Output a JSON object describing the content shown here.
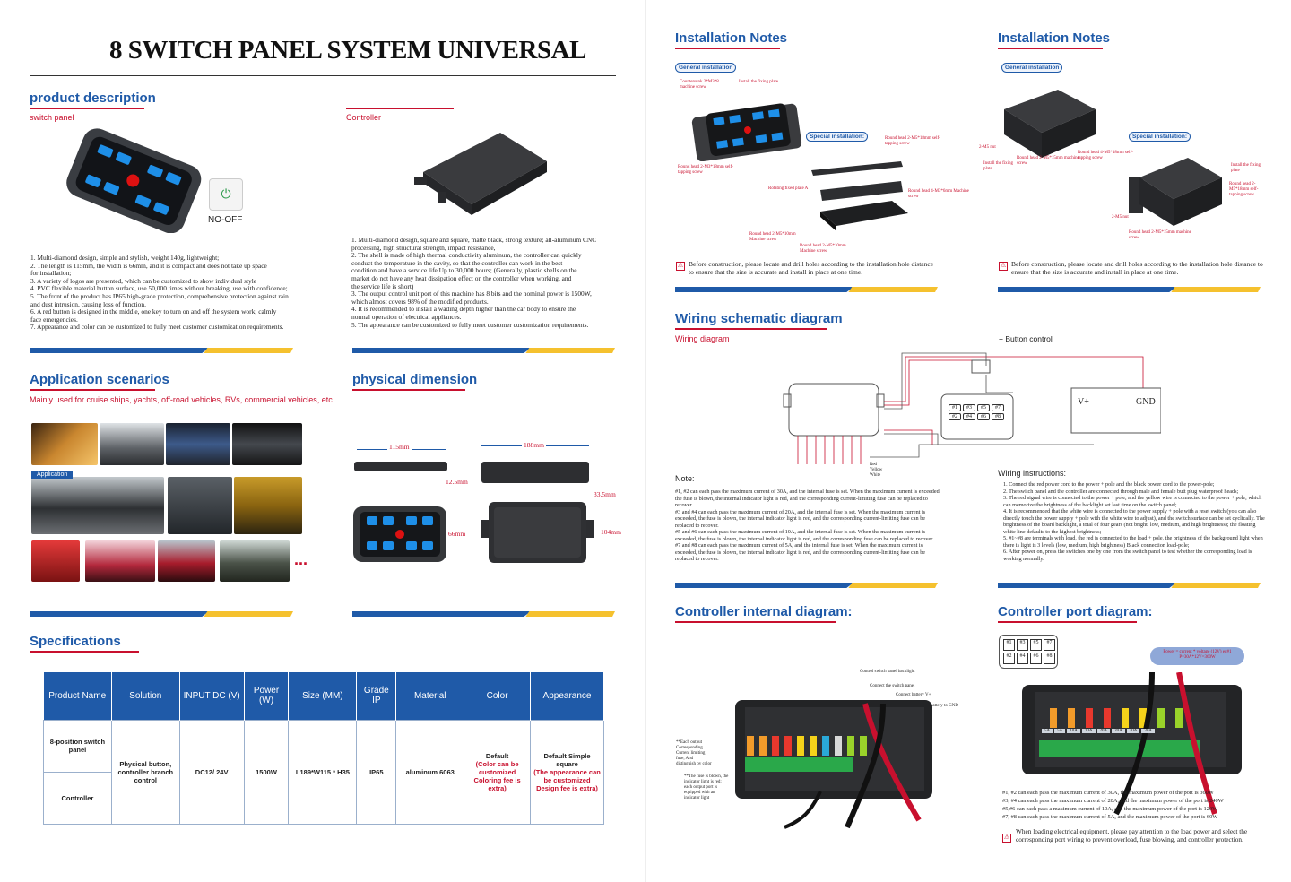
{
  "page_title": "8 SWITCH PANEL SYSTEM UNIVERSAL",
  "product": {
    "title": "product description",
    "left_sub": "switch panel",
    "right_sub": "Controller",
    "no_off": "NO-OFF",
    "left_points": [
      "1. Multi-diamond design, simple and stylish, weight 140g, lightweight;",
      "2. The length is 115mm, the width is 66mm, and it is compact and does not take up space",
      "    for installation;",
      "3. A variety of logos are presented, which can be customized to show individual style",
      "4. PVC flexible material button surface, use 50,000 times without breaking, use with confidence;",
      "5. The front of the product has IP65 high-grade protection, comprehensive protection against rain",
      "    and dust intrusion, causing loss of function.",
      "6. A red button is designed in the middle, one key to turn on and off the system work; calmly",
      "    face emergencies.",
      "7. Appearance and color can be customized to fully meet customer customization requirements."
    ],
    "right_points": [
      "1. Multi-diamond design, square and square, matte black, strong texture; all-aluminum CNC",
      "    processing, high structural strength, impact resistance,",
      "2. The shell is made of high thermal conductivity aluminum, the controller can quickly",
      "    conduct the temperature in the cavity, so that the controller can work in the best",
      "    condition and have a service life Up to 30,000 hours; (Generally, plastic shells on the",
      "    market do not have any heat dissipation effect on the controller when working, and",
      "    the service life is short)",
      "3. The output control unit port of this machine has 8 bits and the nominal power is 1500W,",
      "    which almost covers 98% of the modified products.",
      "4. It is recommended to install a wading depth higher than the car body to ensure the",
      "    normal operation of electrical appliances.",
      "5. The appearance can be customized to fully meet customer customization requirements."
    ]
  },
  "application": {
    "title": "Application scenarios",
    "sub": "Mainly used for cruise ships, yachts, off-road vehicles, RVs, commercial vehicles, etc.",
    "tag": "Application",
    "more": "..."
  },
  "dimension": {
    "title": "physical dimension",
    "d1": "115mm",
    "d2": "188mm",
    "d3": "12.5mm",
    "d4": "33.5mm",
    "d5": "66mm",
    "d6": "104mm"
  },
  "specs": {
    "title": "Specifications",
    "headers": [
      "Product Name",
      "Solution",
      "INPUT DC  (V)",
      "Power (W)",
      "Size (MM)",
      "Grade IP",
      "Material",
      "Color",
      "Appearance"
    ],
    "name1": "8-position switch panel",
    "name2": "Controller",
    "solution": "Physical button, controller branch control",
    "input": "DC12/ 24V",
    "power": "1500W",
    "size": "L189*W115 * H35",
    "grade": "IP65",
    "material": "aluminum 6063",
    "color_default": "Default",
    "color_note": "(Color can be customized Coloring fee is extra)",
    "app_default": "Default Simple square",
    "app_note": "(The appearance can be customized Design fee is extra)"
  },
  "install_left": {
    "title": "Installation Notes",
    "general": "General installation",
    "special": "Special installation:",
    "l1": "Countersunk 2*M3*8 machine screw",
    "l2": "Install the fixing plate",
    "l3": "Round head 2-M3*18mm self-tapping screw",
    "l4": "Round head 2-M5*18mm self-tapping screw",
    "l5": "Rotating fixed plate A",
    "l6": "Round head 4-M3*6mm Machine screw",
    "l7": "Round head 2-M5*10mm Machine screw",
    "l8": "Round head 2-M5*10mm Machine screw",
    "warning": "Before construction, please locate and drill holes according to the installation hole distance to ensure that the size is accurate and install in place at one time."
  },
  "install_right": {
    "title": "Installation Notes",
    "general": "General installation",
    "special": "Special installation:",
    "l1": "2-M5 nut",
    "l2": "Round head 2-M5*15mm machine screw",
    "l3": "Install the fixing plate",
    "l4": "Round head 4-M5*18mm self-tapping screw",
    "l5": "Install the fixing plate",
    "l6": "Round head 2-M5*18mm self-tapping screw",
    "l7": "2-M5 nut",
    "l8": "Round head 2-M5*15mm machine screw",
    "warning": "Before construction, please locate and drill holes according to the installation hole distance to ensure that the size is accurate and install in place at one time."
  },
  "wiring": {
    "title": "Wiring schematic diagram",
    "sub": "Wiring diagram",
    "button_control": "+ Button control",
    "vplus": "V+",
    "gnd": "GND",
    "wires": "Red Yellow White",
    "ports": [
      "#1",
      "#3",
      "#5",
      "#7",
      "#2",
      "#4",
      "#6",
      "#8"
    ],
    "note_title": "Note:",
    "notes": [
      "#1, #2 can each pass the maximum current of 30A, and the internal fuse is set. When the maximum current is exceeded, the fuse is blown, the internal indicator light is red, and the corresponding current-limiting fuse can be replaced to recover.",
      "#3 and #4 can each pass the maximum current of 20A, and the internal fuse is set. When the maximum current is exceeded, the fuse is blown, the internal indicator light is red, and the corresponding current-limiting fuse can be replaced to recover.",
      "#5 and #6 can each pass the maximum current of 10A, and the internal fuse is set. When the maximum current is exceeded, the fuse is blown, the internal indicator light is red, and the corresponding fuse can be replaced to recover.",
      "#7 and #8 can each pass the maximum current of 5A, and the internal fuse is set. When the maximum current is exceeded, the fuse is blown, the internal indicator light is red, and the corresponding current-limiting fuse can be replaced to recover."
    ],
    "instr_title": "Wiring instructions:",
    "instructions": [
      "1. Connect the red power cord to the power + pole and the black power cord to the power-pole;",
      "2. The switch panel and the controller are connected through male and female butt plug waterproof heads;",
      "3. The red signal wire is connected to the power + pole, and the yellow wire is connected to the power + pole, which can memorize the brightness of the backlight set last time on the switch panel;",
      "4. It is recommended that the white wire is connected to the power supply + pole with a reset switch (you can also directly touch the power supply + pole with the white wire to adjust), and the switch surface can be set cyclically. The brightness of the board backlight, a total of four gears (not bright, low, medium, and high brightness); the floating white line defaults to the highest brightness;",
      "5. #1~#8 are terminals with load, the red is connected to the load + pole, the brightness of the background light when there is light is 3 levels (low, medium, high brightness) Black connection load-pole;",
      "6. After power on, press the switches one by one from the switch panel to test whether the corresponding load is working normally."
    ]
  },
  "internal": {
    "title": "Controller internal diagram:",
    "c1": "Control switch panel backlight",
    "c2": "Connect the switch panel",
    "c3": "Connect battery V+",
    "c4": "Connect battery to GND",
    "n1": "**Each output Corresponding Current limiting fuse, And distinguish by color",
    "n2": "**The fuse is blown, the indicator light is red; each output port is equipped with an indicator light"
  },
  "port": {
    "title": "Controller port diagram:",
    "bubble": "Power = current * voltage (12V) eg#1  P=30A*12V=360W",
    "ports": [
      "#1",
      "#3",
      "#5",
      "#7",
      "#2",
      "#4",
      "#6",
      "#8"
    ],
    "fuses": [
      "5A",
      "5A",
      "10A",
      "10A",
      "20A",
      "20A",
      "30A",
      "30A"
    ],
    "lines": [
      "#1, #2 can each pass the maximum current of 30A, the maximum power of the port is 360W",
      "#3, #4 can each pass the maximum current of 20A, and the maximum power of the port is 240W",
      "#5,#6 can each pass a maximum current of 10A, and the maximum power of the port is 120W",
      "#7, #8 can each pass the maximum current of 5A, and the maximum power of the port is 60W"
    ],
    "warning": "When loading electrical equipment, please pay attention to the load power and select the corresponding port wiring to prevent overload, fuse blowing, and controller protection."
  },
  "colors": {
    "blue": "#1f5aa8",
    "red": "#c8102e",
    "yellow": "#f5c12e"
  }
}
